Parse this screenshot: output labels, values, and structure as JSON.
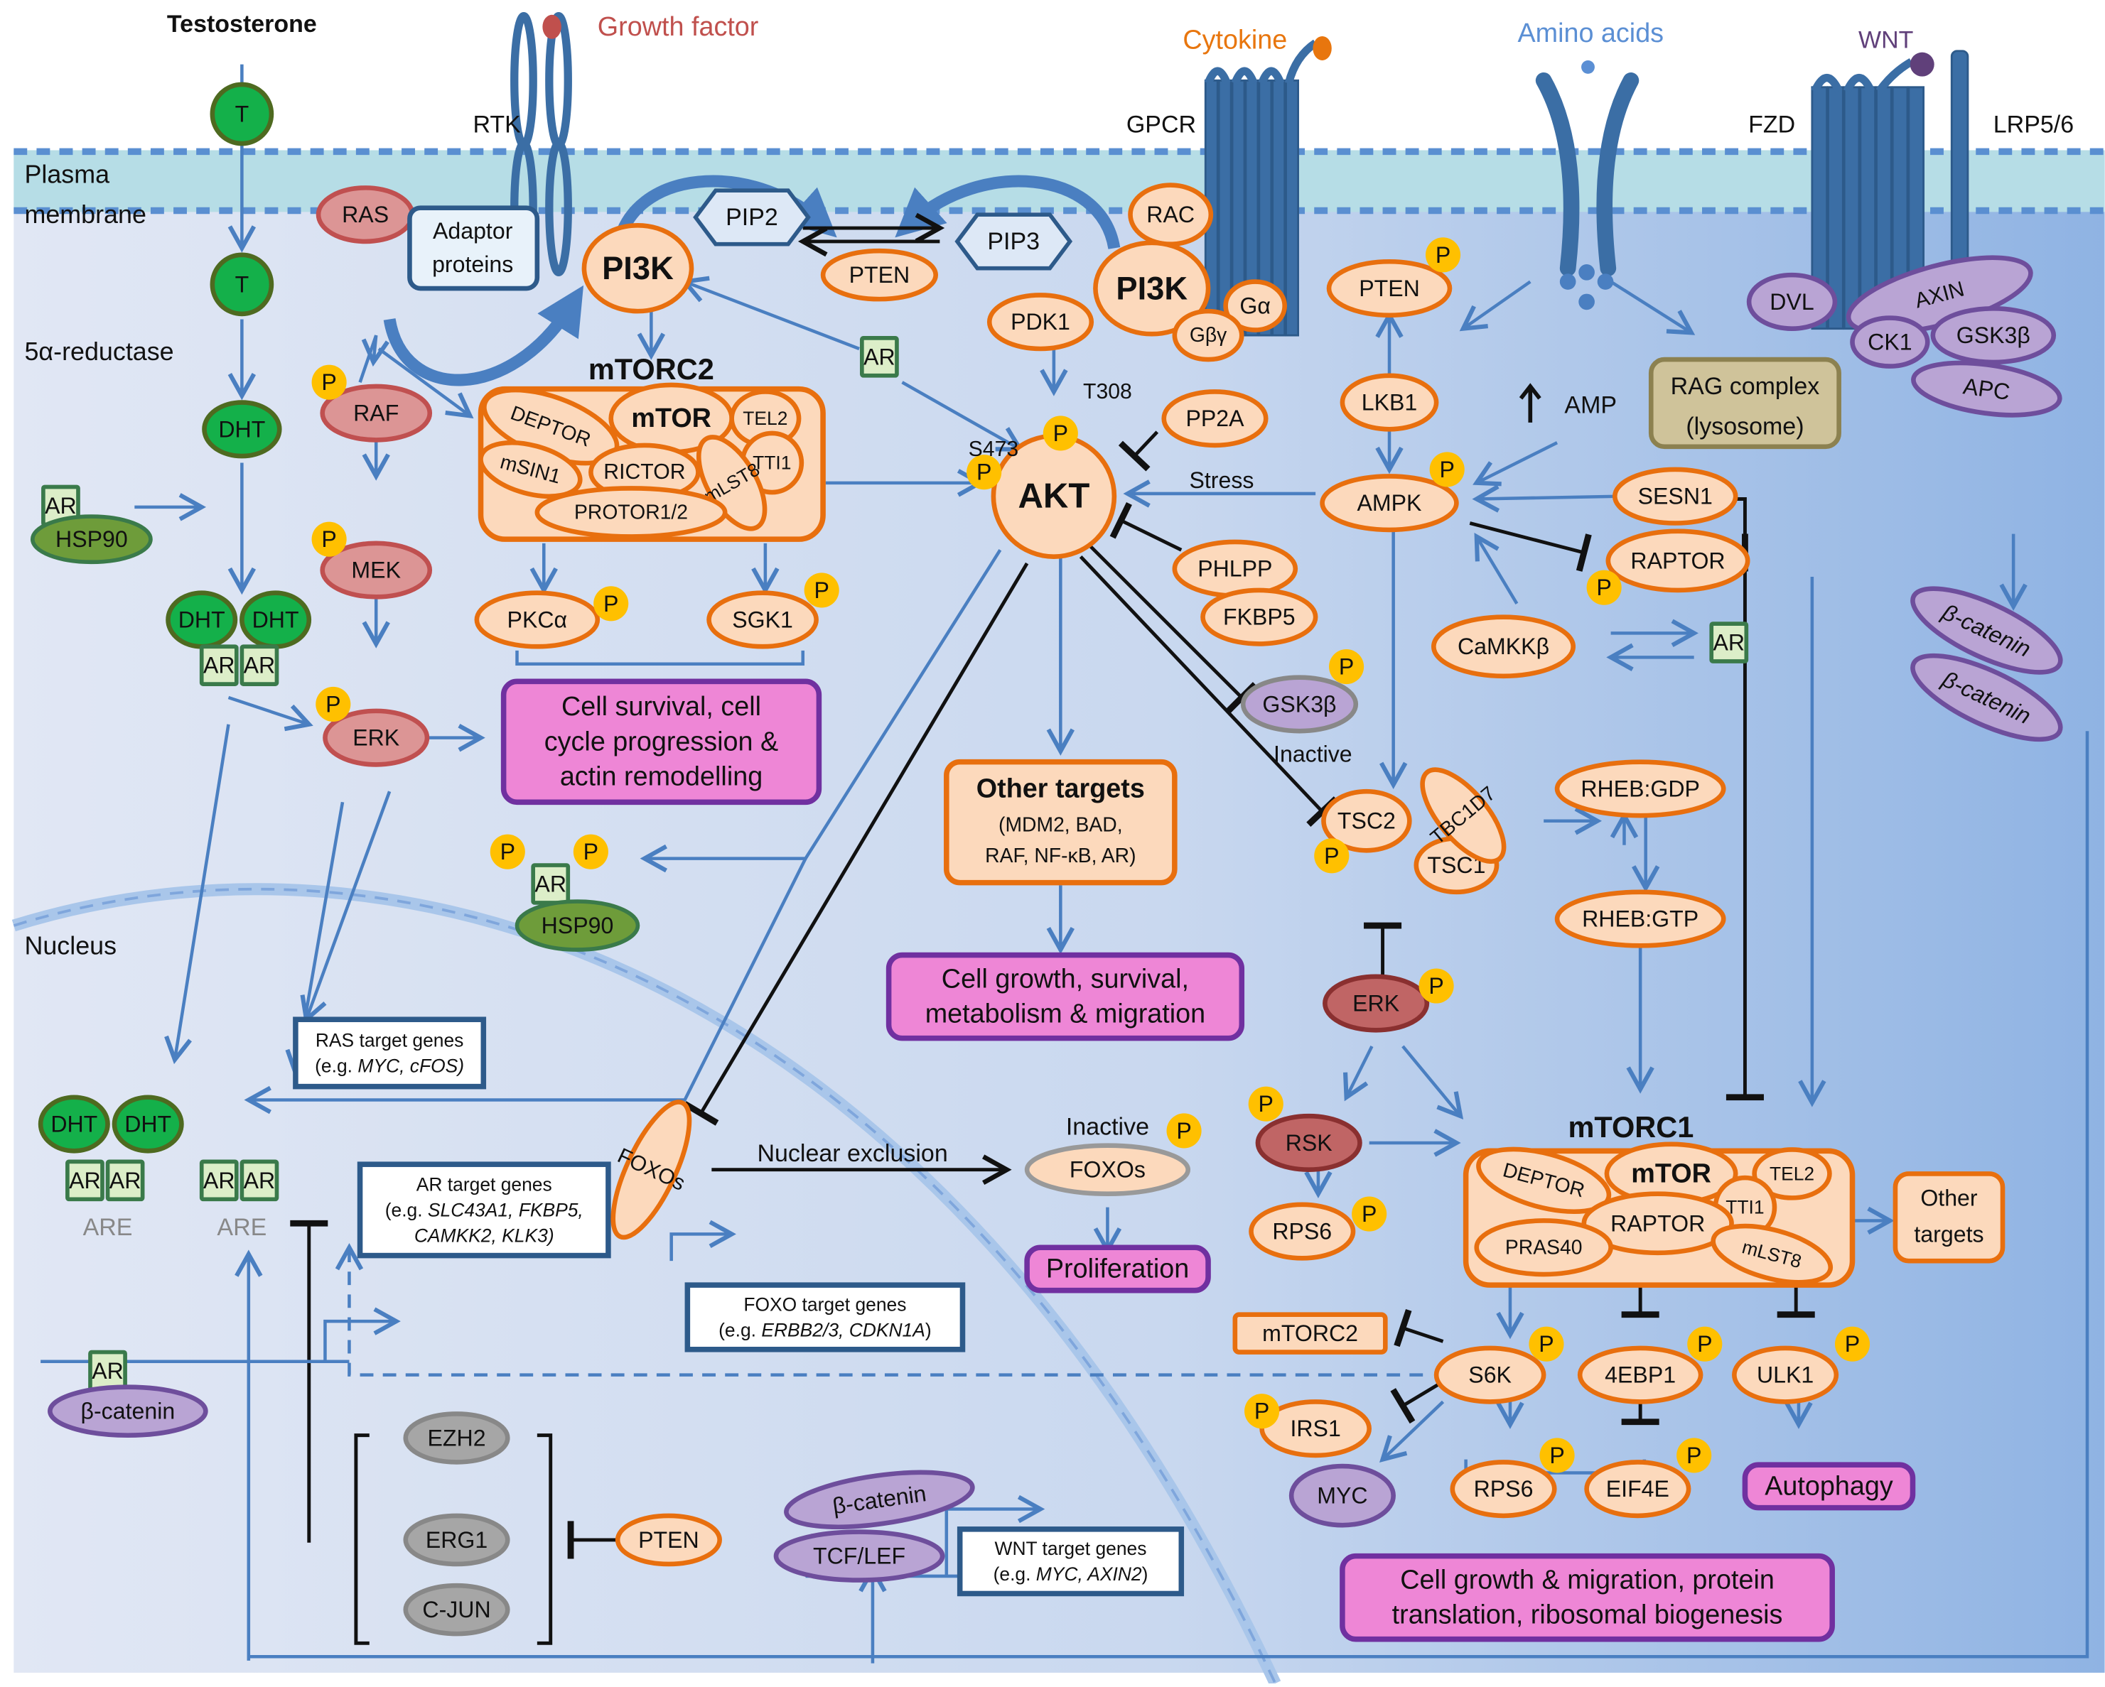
{
  "title": "Androgen receptor, PI3K/AKT/mTOR, MAPK and WNT signalling network",
  "colors": {
    "membrane": "#b6dde6",
    "membrane_edge": "#5a8fd1",
    "cytoplasm": "#dfe6f4",
    "cytoplasm_right": "#94b8e6",
    "receptor": "#3b6ea5",
    "orange_node_fill": "#fcd9bc",
    "orange_node_stroke": "#e86f0e",
    "ras_node_fill": "#dc9595",
    "ras_node_stroke": "#c05050",
    "erk_dark_fill": "#c06565",
    "green_node_fill": "#14b04a",
    "green_node_stroke": "#4e6a20",
    "ar_box_fill": "#dceec8",
    "ar_box_stroke": "#3a7a4a",
    "hsp90_fill": "#6e9c3a",
    "purple_fill": "#b9a4d4",
    "purple_stroke": "#6e4e9c",
    "gray_fill": "#a6a6a6",
    "phospho": "#ffc000",
    "outcome_fill": "#ee86d6",
    "outcome_stroke": "#7030a0",
    "rag_fill": "#cfc39a",
    "rag_stroke": "#8c8150",
    "arrow": "#4a7fc1",
    "inhibit": "#111111",
    "growth_factor": "#c0504d",
    "cytokine": "#e8760e",
    "amino_acids": "#5b8fd4",
    "wnt": "#60407a"
  },
  "labels": {
    "testosterone": "Testosterone",
    "growth_factor": "Growth factor",
    "cytokine": "Cytokine",
    "amino_acids": "Amino acids",
    "wnt": "WNT",
    "rtk": "RTK",
    "gpcr": "GPCR",
    "fzd": "FZD",
    "lrp": "LRP5/6",
    "plasma_membrane_1": "Plasma",
    "plasma_membrane_2": "membrane",
    "nucleus": "Nucleus",
    "reductase": "5α-reductase",
    "s473": "S473",
    "t308": "T308",
    "stress": "Stress",
    "amp": "AMP",
    "inactive_gsk": "Inactive",
    "inactive_foxo": "Inactive",
    "nuclear_exclusion": "Nuclear exclusion",
    "are_1": "ARE",
    "are_2": "ARE",
    "mtorc2_title": "mTORC2",
    "mtorc1_title": "mTORC1",
    "phospho": "P"
  },
  "nodes": {
    "t1": "T",
    "t2": "T",
    "dht": "DHT",
    "dht_a": "DHT",
    "dht_b": "DHT",
    "ar_hsp": "AR",
    "hsp90": "HSP90",
    "ar_a": "AR",
    "ar_b": "AR",
    "ras": "RAS",
    "adaptor_1": "Adaptor",
    "adaptor_2": "proteins",
    "pi3k_left": "PI3K",
    "pip2": "PIP2",
    "pip3": "PIP3",
    "pten_top": "PTEN",
    "pdk1": "PDK1",
    "pi3k_right": "PI3K",
    "rac": "RAC",
    "galpha": "Gα",
    "gbg": "Gβγ",
    "raf": "RAF",
    "mek": "MEK",
    "erk_left": "ERK",
    "ar_mid": "AR",
    "akt": "AKT",
    "pp2a": "PP2A",
    "phlpp": "PHLPP",
    "fkbp5": "FKBP5",
    "gsk3b": "GSK3β",
    "pkca": "PKCα",
    "sgk1": "SGK1",
    "pten_p": "PTEN",
    "lkb1": "LKB1",
    "ampk": "AMPK",
    "sesn1": "SESN1",
    "raptor_p": "RAPTOR",
    "camkkb": "CaMKKβ",
    "ar_camk": "AR",
    "rag_1": "RAG complex",
    "rag_2": "(lysosome)",
    "dvl": "DVL",
    "axin": "AXIN",
    "ck1": "CK1",
    "gsk3b_wnt": "GSK3β",
    "apc": "APC",
    "bcat_1": "β-catenin",
    "bcat_2": "β-catenin",
    "tsc2": "TSC2",
    "tsc1": "TSC1",
    "tbc1d7": "TBC1D7",
    "rheb_gdp": "RHEB:GDP",
    "rheb_gtp": "RHEB:GTP",
    "erk_right": "ERK",
    "rsk": "RSK",
    "rps6_left": "RPS6",
    "ar_p": "AR",
    "hsp90_p": "HSP90",
    "foxo_nuc": "FOXOs",
    "foxo_inactive": "FOXOs",
    "ar_nuc": "AR",
    "bcat_nuc": "β-catenin",
    "ezh2": "EZH2",
    "erg1": "ERG1",
    "cjun": "C-JUN",
    "pten_nuc": "PTEN",
    "bcat_tcf": "β-catenin",
    "tcf_lef": "TCF/LEF",
    "dht_n1": "DHT",
    "dht_n2": "DHT",
    "ar_n1": "AR",
    "ar_n2": "AR",
    "ar_n3": "AR",
    "ar_n4": "AR",
    "mtorc2_small": "mTORC2",
    "s6k": "S6K",
    "e4bp1": "4EBP1",
    "ulk1": "ULK1",
    "irs1": "IRS1",
    "myc": "MYC",
    "rps6_right": "RPS6",
    "eif4e": "EIF4E"
  },
  "mtorc2_complex": {
    "deptor": "DEPTOR",
    "mtor": "mTOR",
    "tel2": "TEL2",
    "tti1": "TTI1",
    "msin1": "mSIN1",
    "rictor": "RICTOR",
    "mlst8": "mLST8",
    "protor": "PROTOR1/2"
  },
  "mtorc1_complex": {
    "deptor": "DEPTOR",
    "mtor": "mTOR",
    "tel2": "TEL2",
    "tti1": "TTI1",
    "raptor": "RAPTOR",
    "pras40": "PRAS40",
    "mlst8": "mLST8"
  },
  "boxes": {
    "other_targets": {
      "title": "Other targets",
      "line1": "(MDM2, BAD,",
      "line2": "RAF, NF-κB, AR)"
    },
    "other_targets_small": {
      "line1": "Other",
      "line2": "targets"
    }
  },
  "outcomes": {
    "survival": [
      "Cell survival, cell",
      "cycle progression &",
      "actin remodelling"
    ],
    "growth": [
      "Cell growth, survival,",
      "metabolism & migration"
    ],
    "proliferation": [
      "Proliferation"
    ],
    "autophagy": [
      "Autophagy"
    ],
    "translation": [
      "Cell growth & migration, protein",
      "translation, ribosomal biogenesis"
    ]
  },
  "gene_boxes": {
    "ras": {
      "title": "RAS target genes",
      "prefix": "(e.g. ",
      "genes": "MYC, cFOS)"
    },
    "ar": {
      "title": "AR target genes",
      "prefix": "(e.g. ",
      "genes": "SLC43A1, FKBP5,",
      "genes2": "CAMKK2, KLK3)"
    },
    "foxo": {
      "title": "FOXO target genes",
      "prefix": "(e.g. ",
      "genes": "ERBB2/3, CDKN1A",
      "suffix": ")"
    },
    "wnt": {
      "title": "WNT target genes",
      "prefix": "(e.g. ",
      "genes": "MYC, AXIN2",
      "suffix": ")"
    }
  }
}
